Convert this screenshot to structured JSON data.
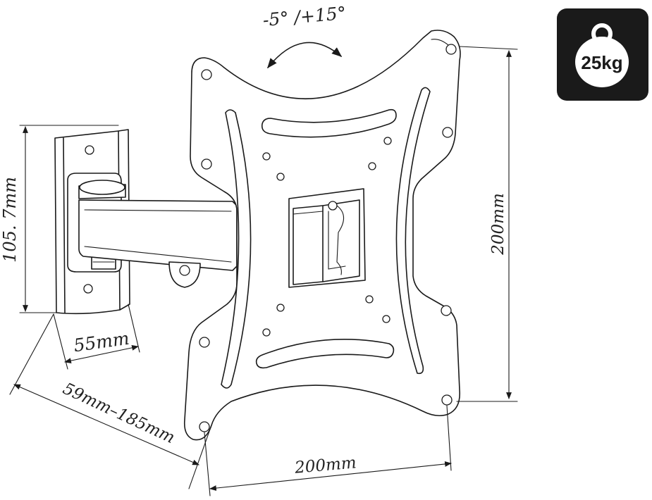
{
  "tilt": {
    "label": "-5°  /+15°"
  },
  "weight_badge": {
    "value": "25kg",
    "icon": "weight-icon",
    "background": "#1a1a1a",
    "text_color": "#ffffff"
  },
  "dimensions": {
    "plate_height": "105. 7mm",
    "plate_width": "55mm",
    "arm_extension": "59mm–185mm",
    "vesa_height": "200mm",
    "vesa_width": "200mm"
  }
}
